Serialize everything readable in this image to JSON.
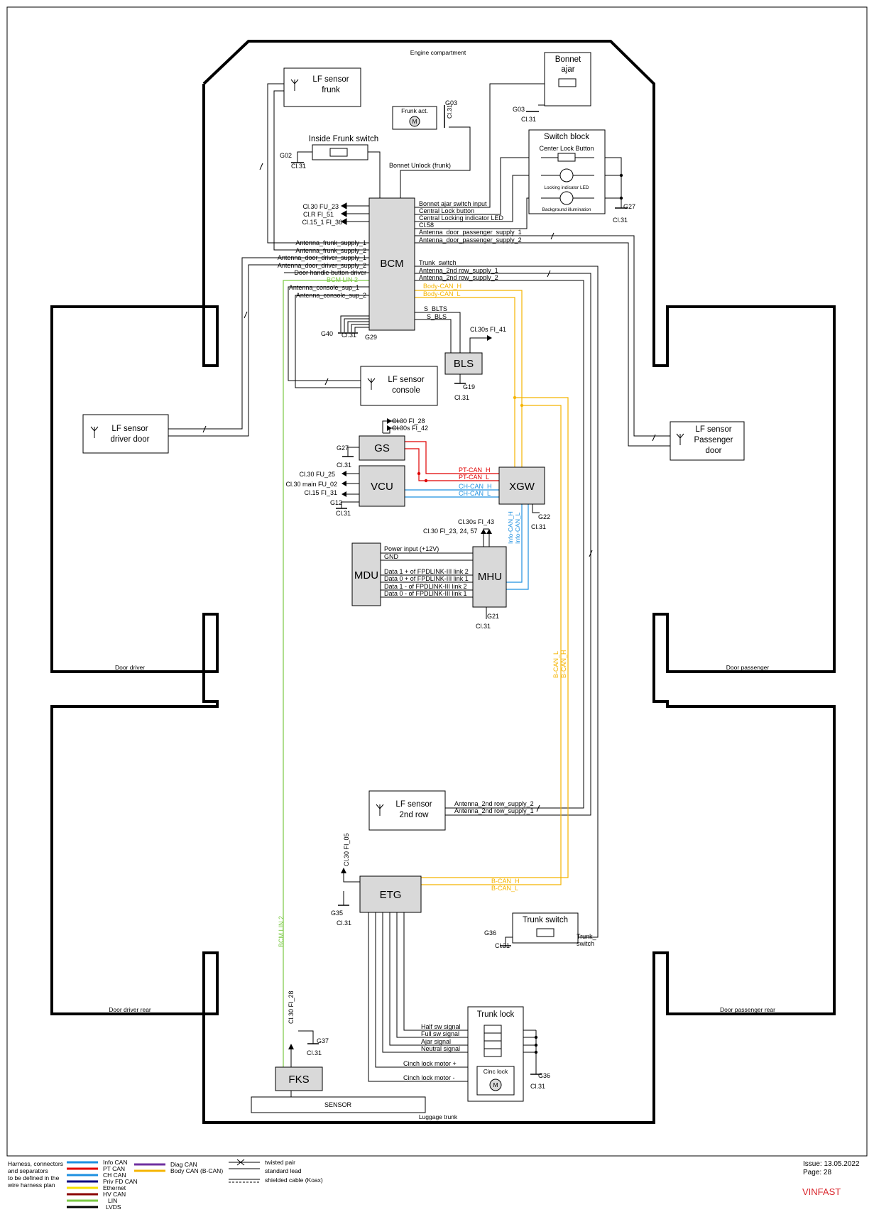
{
  "header": {
    "engine_compartment": "Engine compartment",
    "luggage_trunk": "Luggage trunk",
    "door_driver": "Door driver",
    "door_passenger": "Door passenger",
    "door_driver_rear": "Door driver rear",
    "door_passenger_rear": "Door passenger rear"
  },
  "components": {
    "bcm": "BCM",
    "bls": "BLS",
    "gs": "GS",
    "vcu": "VCU",
    "xgw": "XGW",
    "mdu": "MDU",
    "mhu": "MHU",
    "etg": "ETG",
    "fks": "FKS",
    "sensor": "SENSOR",
    "lf_frunk_1": "LF sensor",
    "lf_frunk_2": "frunk",
    "lf_console_1": "LF sensor",
    "lf_console_2": "console",
    "lf_driver_1": "LF sensor",
    "lf_driver_2": "driver door",
    "lf_pass_1": "LF sensor",
    "lf_pass_2": "Passenger",
    "lf_pass_3": "door",
    "lf_row2_1": "LF sensor",
    "lf_row2_2": "2nd row",
    "bonnet_1": "Bonnet",
    "bonnet_2": "ajar",
    "frunk_act": "Frunk act.",
    "inside_frunk": "Inside Frunk switch",
    "switch_block": "Switch block",
    "center_lock": "Center Lock Button",
    "locking_led": "Locking indicator LED",
    "bg_illum": "Background illumination",
    "trunk_switch": "Trunk switch",
    "trunk_lock": "Trunk lock",
    "cinch_lock": "Cinc lock",
    "motor": "M"
  },
  "bcm_left": [
    "Cl.30 FU_23",
    "Cl.R FI_51",
    "Cl.15_1 FI_36",
    "Antenna_frunk_supply_1",
    "Antenna_frunk_supply_2",
    "Antenna_door_driver_supply_1",
    "Antenna_door_driver_supply_2",
    "Door handle button driver",
    "BCM LIN 2",
    "Antenna_console_sup_1",
    "Antenna_console_sup_2"
  ],
  "bcm_right": [
    "Bonnet Unlock (frunk)",
    "Bonnet ajar switch input",
    "Central Lock button",
    "Central Locking indicator LED",
    "Cl.58",
    "Antenna_door_passenger_supply_1",
    "Antenna_door_passenger_supply_2",
    "Trunk_switch",
    "Antenna_2nd row_supply_1",
    "Antenna_2nd row_supply_2",
    "Body-CAN_H",
    "Body-CAN_L",
    "S_BLTS",
    "S_BLS"
  ],
  "grounds": {
    "g03a": "G03",
    "cl31": "Cl.31",
    "g02": "G02",
    "g27": "G27",
    "g40": "G40",
    "g29": "G29",
    "g19": "G19",
    "g12": "G12",
    "g22": "G22",
    "g21": "G21",
    "g35": "G35",
    "g36": "G36",
    "g37": "G37"
  },
  "supplies": {
    "bls": "Cl.30s FI_41",
    "gs_1": "Cl.30 FI_28",
    "gs_2": "Cl.30s FI_42",
    "vcu_1": "Cl.30 FU_25",
    "vcu_2": "Cl.30 main FU_02",
    "vcu_3": "Cl.15 FI_31",
    "mhu_1": "Cl.30s FI_43",
    "mhu_2": "Cl.30 FI_23, 24, 57",
    "etg": "Cl.30 FI_05",
    "fks": "Cl.30 FI_28"
  },
  "can": {
    "pt_h": "PT-CAN_H",
    "pt_l": "PT-CAN_L",
    "ch_h": "CH-CAN_H",
    "ch_l": "CH-CAN_L",
    "info_h": "Info-CAN_H",
    "info_l": "Info-CAN_L",
    "b_h": "B-CAN_H",
    "b_l": "B-CAN_L",
    "lin2": "BCM LIN 2"
  },
  "mdu_lines": [
    "Power input (+12V)",
    "GND",
    "Data 1 + of FPDLINK-III link 2",
    "Data 0 + of FPDLINK-III link 1",
    "Data 1 - of FPDLINK-III link 2",
    "Data 0 - of FPDLINK-III link 1"
  ],
  "row2_lines": [
    "Antenna_2nd row_supply_2",
    "Antenna_2nd row_supply_1"
  ],
  "trunk_lines": [
    "Half sw signal",
    "Full sw signal",
    "Ajar signal",
    "Neutral signal",
    "Cinch lock motor +",
    "Cinch lock motor -"
  ],
  "trunk_sw_label": [
    "Trunk_",
    "switch"
  ],
  "legend": {
    "note": [
      "Harness, connectors",
      "and separators",
      "to be defined in the",
      "wire harness plan"
    ],
    "items": [
      {
        "label": "Info CAN",
        "color": "#1e90e0"
      },
      {
        "label": "PT CAN",
        "color": "#e00000"
      },
      {
        "label": "CH CAN",
        "color": "#1e90e0"
      },
      {
        "label": "Priv FD CAN",
        "color": "#000080"
      },
      {
        "label": "Ethernet",
        "color": "#f5e000"
      },
      {
        "label": "HV CAN",
        "color": "#8b0000"
      },
      {
        "label": "LIN",
        "color": "#7ac943"
      },
      {
        "label": "LVDS",
        "color": "#000000"
      }
    ],
    "items2": [
      {
        "label": "Diag CAN",
        "color": "#7030a0"
      },
      {
        "label": "Body CAN (B-CAN)",
        "color": "#f5b400"
      }
    ],
    "wire_types": [
      "twisted pair",
      "standard lead",
      "shielded cable (Koax)"
    ]
  },
  "footer": {
    "issue": "Issue:  13.05.2022",
    "page": "Page:    28",
    "brand": "VINFAST"
  }
}
